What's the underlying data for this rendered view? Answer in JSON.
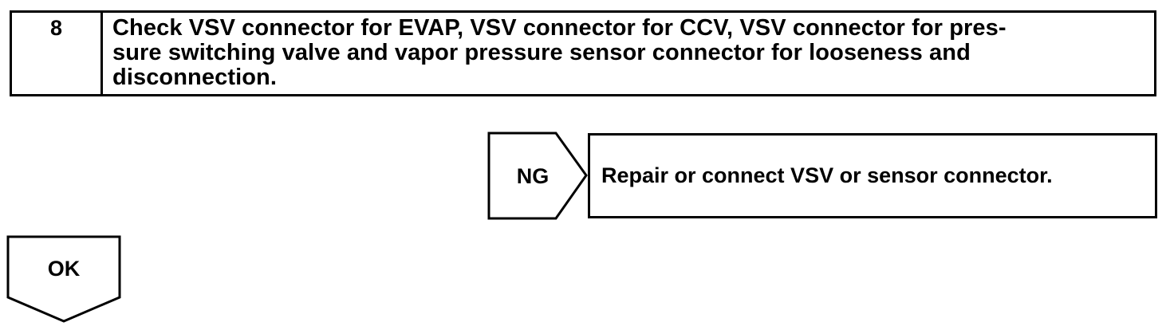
{
  "step": {
    "number": "8",
    "lines": [
      "Check VSV connector for EVAP, VSV connector for CCV, VSV connector for pres-",
      "sure switching valve and vapor pressure sensor connector for looseness and",
      "disconnection."
    ]
  },
  "ng_branch": {
    "label": "NG",
    "result": "Repair or connect VSV or sensor connector."
  },
  "ok_branch": {
    "label": "OK"
  }
}
